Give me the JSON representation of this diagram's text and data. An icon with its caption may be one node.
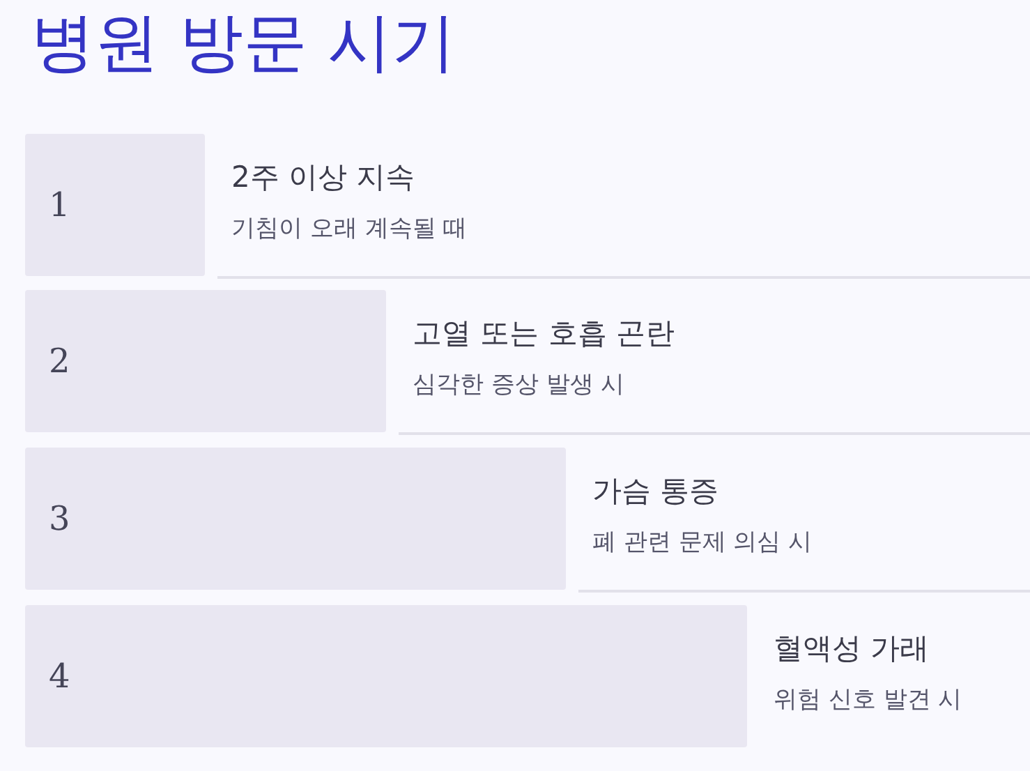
{
  "diagram": {
    "title": "병원 방문 시기",
    "nodes": [
      {
        "text": [
          "1"
        ],
        "beside": [
          "2주 이상 지속",
          "기침이 오래 계속될 때"
        ]
      },
      {
        "text": [
          "2"
        ],
        "beside": [
          "고열 또는 호흡 곤란",
          "심각한 증상 발생 시"
        ]
      },
      {
        "text": [
          "3"
        ],
        "beside": [
          "가슴 통증",
          "폐 관련 문제 의심 시"
        ]
      },
      {
        "text": [
          "4"
        ],
        "beside": [
          "혈액성 가래",
          "위험 신호 발견 시"
        ]
      }
    ]
  }
}
